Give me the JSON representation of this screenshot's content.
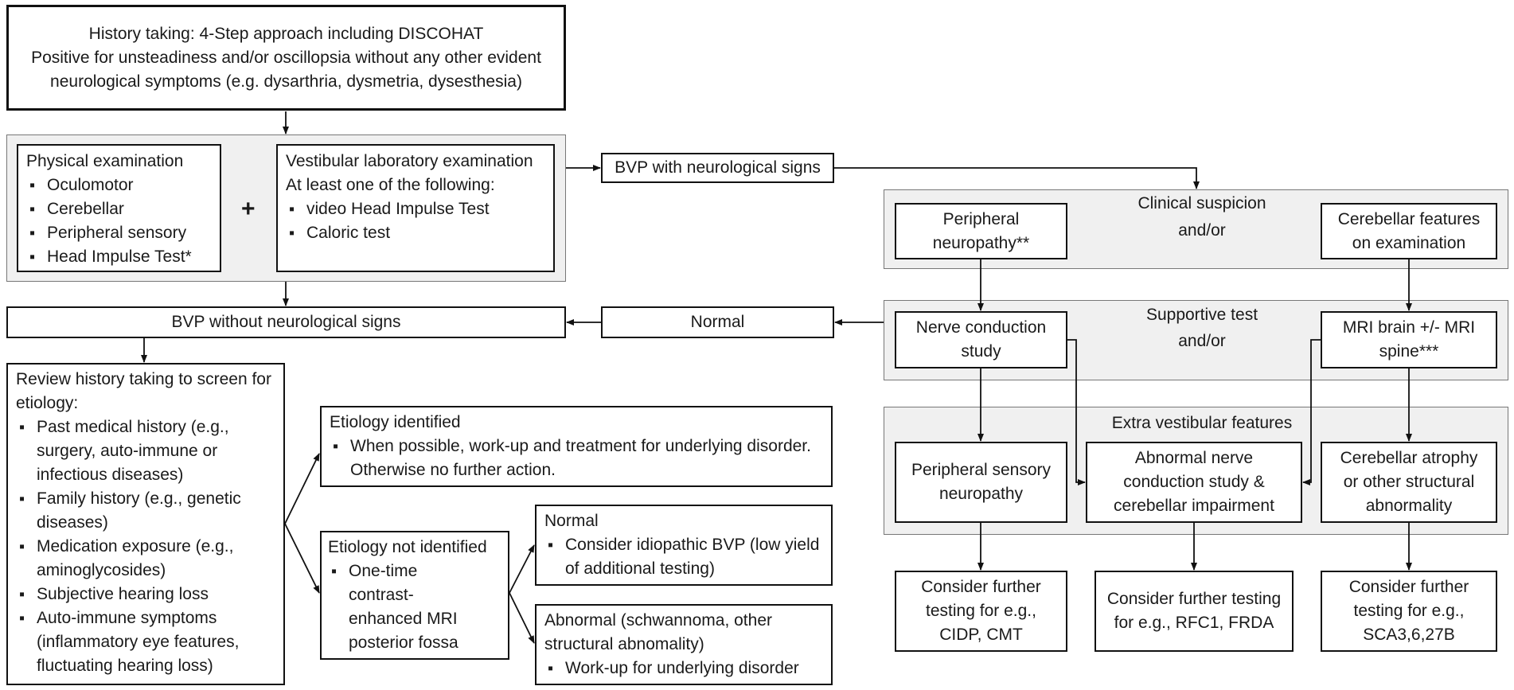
{
  "history": {
    "title": "History taking: 4-Step approach including DISCOHAT",
    "text": "Positive for unsteadiness and/or oscillopsia without any other evident neurological symptoms (e.g. dysarthria, dysmetria, dysesthesia)"
  },
  "physical": {
    "title": "Physical examination",
    "items": [
      "Oculomotor",
      "Cerebellar",
      "Peripheral sensory",
      "Head Impulse Test*"
    ]
  },
  "plus": "+",
  "vestibular": {
    "title": "Vestibular laboratory examination",
    "subtitle": "At least one of the following:",
    "items": [
      "video Head Impulse Test",
      "Caloric test"
    ]
  },
  "bvp_neuro": "BVP with neurological signs",
  "bvp_without": "BVP without neurological signs",
  "normal_mid": "Normal",
  "clinical": {
    "label": "Clinical suspicion",
    "andor": "and/or",
    "left": "Peripheral neuropathy**",
    "right": "Cerebellar features on examination"
  },
  "supportive": {
    "label": "Supportive test",
    "andor": "and/or",
    "left": "Nerve conduction study",
    "right": "MRI brain +/- MRI spine***"
  },
  "extra": {
    "label": "Extra vestibular features",
    "left": "Peripheral sensory neuropathy",
    "middle": "Abnormal nerve conduction study & cerebellar impairment",
    "right": "Cerebellar atrophy or other structural abnormality"
  },
  "further": {
    "left": "Consider further testing for e.g., CIDP, CMT",
    "middle": "Consider further testing for e.g., RFC1, FRDA",
    "right": "Consider further testing for e.g., SCA3,6,27B"
  },
  "review": {
    "title": "Review history taking to screen for etiology:",
    "items": [
      "Past medical history (e.g., surgery, auto-immune or infectious diseases)",
      "Family history (e.g., genetic diseases)",
      "Medication exposure (e.g., aminoglycosides)",
      "Subjective hearing loss",
      "Auto-immune symptoms (inflammatory eye features, fluctuating hearing loss)"
    ]
  },
  "etiology_identified": {
    "title": "Etiology identified",
    "items": [
      "When possible, work-up and treatment for underlying disorder. Otherwise no further action."
    ]
  },
  "etiology_not": {
    "title": "Etiology not identified",
    "items": [
      "One-time contrast-enhanced MRI posterior fossa"
    ]
  },
  "normal_box": {
    "title": "Normal",
    "items": [
      "Consider idiopathic BVP (low yield of additional testing)"
    ]
  },
  "abnormal_box": {
    "title": "Abnormal",
    "title_rest": " (schwannoma, other structural abnomality)",
    "items": [
      "Work-up for underlying disorder"
    ]
  }
}
